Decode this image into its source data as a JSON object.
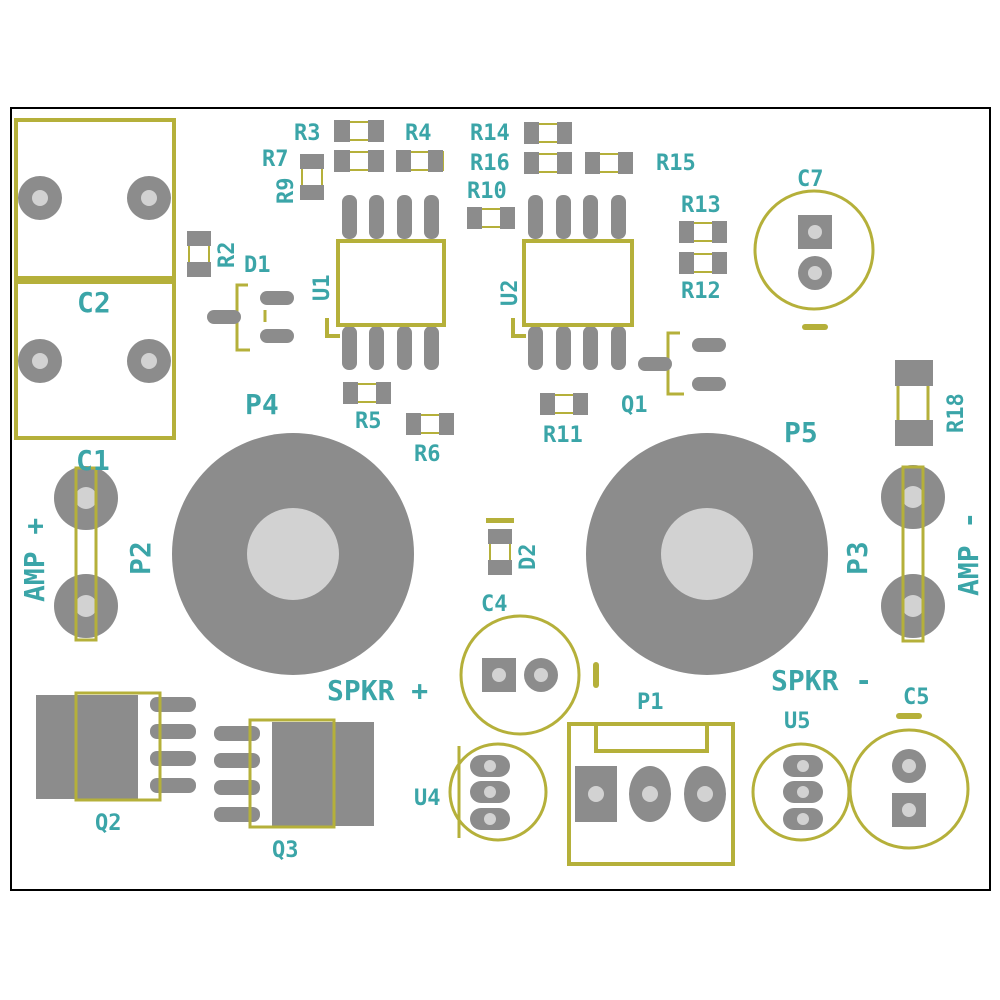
{
  "colors": {
    "board_outline": "#000000",
    "silkscreen": "#b5b03a",
    "copper": "#8c8c8c",
    "drill": "#d2d2d2",
    "label": "#3ba5a8"
  },
  "labels": {
    "r3": "R3",
    "r4": "R4",
    "r7": "R7",
    "r9": "R9",
    "r2": "R2",
    "r14": "R14",
    "r16": "R16",
    "r15": "R15",
    "r10": "R10",
    "r13": "R13",
    "r12": "R12",
    "r5": "R5",
    "r6": "R6",
    "r11": "R11",
    "r18": "R18",
    "d1": "D1",
    "d2": "D2",
    "u1": "U1",
    "u2": "U2",
    "q1": "Q1",
    "q2": "Q2",
    "q3": "Q3",
    "c1": "C1",
    "c2": "C2",
    "c4": "C4",
    "c5": "C5",
    "c7": "C7",
    "p1": "P1",
    "p2": "P2",
    "p3": "P3",
    "p4": "P4",
    "p5": "P5",
    "u4": "U4",
    "u5": "U5",
    "amp_plus": "AMP +",
    "amp_minus": "AMP -",
    "spkr_plus": "SPKR +",
    "spkr_minus": "SPKR -"
  }
}
